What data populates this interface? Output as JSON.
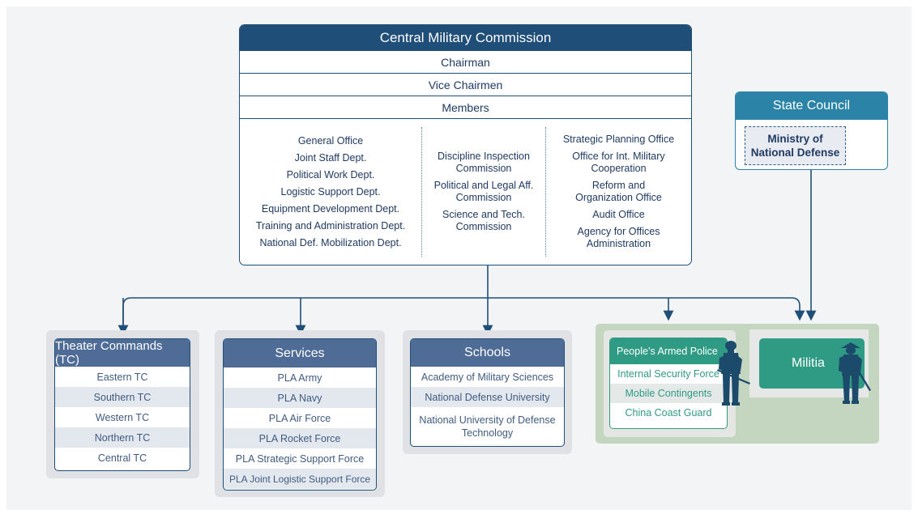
{
  "cmc": {
    "title": "Central Military Commission",
    "rows": [
      "Chairman",
      "Vice Chairmen",
      "Members"
    ],
    "col1": [
      "General Office",
      "Joint Staff Dept.",
      "Political Work Dept.",
      "Logistic Support Dept.",
      "Equipment Development Dept.",
      "Training and Administration Dept.",
      "National Def. Mobilization Dept."
    ],
    "col2": [
      "Discipline Inspection Commission",
      "Political and Legal Aff. Commission",
      "Science and Tech. Commission"
    ],
    "col3": [
      "Strategic Planning Office",
      "Office for Int. Military Cooperation",
      "Reform and Organization Office",
      "Audit Office",
      "Agency for Offices Administration"
    ]
  },
  "state_council": {
    "title": "State Council",
    "ministry": "Ministry of National Defense"
  },
  "theater": {
    "title": "Theater Commands (TC)",
    "items": [
      "Eastern TC",
      "Southern TC",
      "Western TC",
      "Northern TC",
      "Central TC"
    ]
  },
  "services": {
    "title": "Services",
    "items": [
      "PLA Army",
      "PLA Navy",
      "PLA Air Force",
      "PLA Rocket Force",
      "PLA Strategic Support Force",
      "PLA Joint Logistic Support Force"
    ]
  },
  "schools": {
    "title": "Schools",
    "items": [
      "Academy of Military Sciences",
      "National Defense University",
      "National University of Defense Technology"
    ]
  },
  "pap": {
    "title": "People’s Armed Police",
    "items": [
      "Internal Security Force",
      "Mobile Contingents",
      "China Coast Guard"
    ]
  },
  "militia": {
    "title": "Militia"
  },
  "colors": {
    "navy": "#1f4e78",
    "slate": "#4e6c96",
    "teal": "#2f9b84",
    "state_blue": "#2b84a8",
    "green_bg": "#c4d6c0"
  }
}
